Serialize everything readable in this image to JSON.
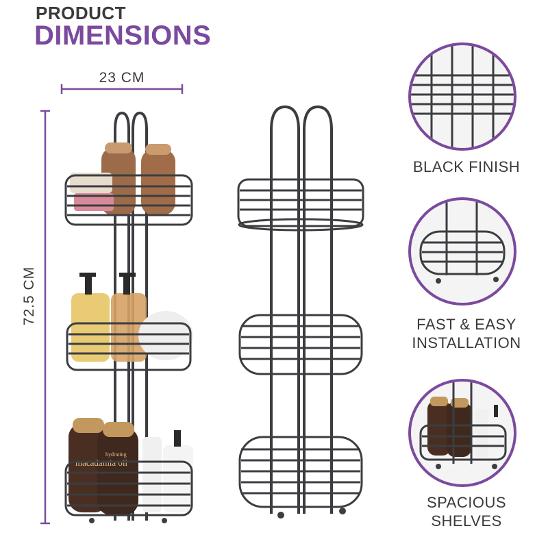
{
  "header": {
    "title_top": "PRODUCT",
    "title_main": "DIMENSIONS"
  },
  "dimensions": {
    "width": "23 CM",
    "height": "72.5 CM"
  },
  "features": [
    {
      "label_lines": [
        "BLACK FINISH"
      ],
      "icon": "basket-closeup-icon"
    },
    {
      "label_lines": [
        "FAST & EASY",
        "INSTALLATION"
      ],
      "icon": "basket-installation-icon"
    },
    {
      "label_lines": [
        "SPACIOUS",
        "SHELVES"
      ],
      "icon": "basket-bottles-icon"
    }
  ],
  "product_text": {
    "bottle_brand": "macadamia oil",
    "bottle_line": "hydrating"
  },
  "colors": {
    "accent": "#7b4a9e",
    "text": "#3a3a3a",
    "metal": "#3b3d40"
  }
}
